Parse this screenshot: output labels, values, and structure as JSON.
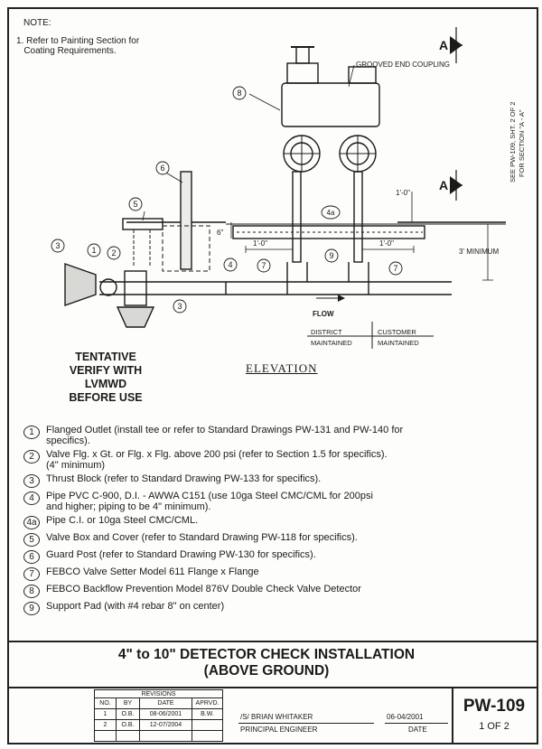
{
  "notes": {
    "heading": "NOTE:",
    "item_1": "1. Refer to Painting Section for\n   Coating Requirements."
  },
  "drawing": {
    "grooved_coupling": "GROOVED END COUPLING",
    "section_ref": "SEE PW-109, SHT. 2 OF 2",
    "section_ref_2": "FOR SECTION \"A - A\"",
    "section_letter": "A",
    "dim_1ft": "1'-0\"",
    "dim_6in": "6\"",
    "dim_3ft_min": "3' MINIMUM",
    "flow": "FLOW",
    "district_1": "DISTRICT",
    "district_2": "MAINTAINED",
    "customer_1": "CUSTOMER",
    "customer_2": "MAINTAINED",
    "elevation": "ELEVATION"
  },
  "callouts": {
    "c1": "1",
    "c2": "2",
    "c3": "3",
    "c4": "4",
    "c4a": "4a",
    "c5": "5",
    "c6": "6",
    "c7": "7",
    "c8": "8",
    "c9": "9"
  },
  "notice": {
    "line_1": "TENTATIVE",
    "line_2": "VERIFY WITH LVMWD",
    "line_3": "BEFORE USE"
  },
  "legend": [
    {
      "num": "1",
      "text": "Flanged Outlet (install tee or refer to Standard Drawings PW-131 and PW-140 for\nspecifics)."
    },
    {
      "num": "2",
      "text": "Valve Flg. x Gt. or Flg. x Flg. above 200 psi (refer to Section 1.5 for specifics).\n(4\" minimum)"
    },
    {
      "num": "3",
      "text": "Thrust Block (refer to Standard Drawing PW-133 for specifics)."
    },
    {
      "num": "4",
      "text": "Pipe PVC C-900, D.I. - AWWA C151 (use 10ga Steel CMC/CML for 200psi\nand higher; piping to be 4\" minimum)."
    },
    {
      "num": "4a",
      "text": "Pipe C.I. or 10ga Steel CMC/CML."
    },
    {
      "num": "5",
      "text": "Valve Box and Cover (refer to Standard Drawing PW-118 for specifics)."
    },
    {
      "num": "6",
      "text": "Guard Post (refer to Standard Drawing PW-130 for specifics)."
    },
    {
      "num": "7",
      "text": "FEBCO Valve Setter Model 611 Flange x Flange"
    },
    {
      "num": "8",
      "text": "FEBCO Backflow Prevention Model 876V Double Check Valve Detector"
    },
    {
      "num": "9",
      "text": "Support Pad (with #4 rebar 8\" on center)"
    }
  ],
  "title_block": {
    "title_1": "4\" to 10\" DETECTOR CHECK INSTALLATION",
    "title_2": "(ABOVE GROUND)",
    "signature": "/S/ BRIAN WHITAKER",
    "signer_title": "PRINCIPAL ENGINEER",
    "date": "06-04/2001",
    "date_label": "DATE",
    "drawing_no": "PW-109",
    "sheet": "1 OF 2"
  },
  "revisions": {
    "heading": "REVISIONS",
    "columns": [
      "NO.",
      "BY",
      "DATE",
      "APRVD."
    ],
    "rows": [
      {
        "no": "1",
        "by": "O.B.",
        "date": "08-06/2001",
        "apprvd": "B.W."
      },
      {
        "no": "2",
        "by": "O.B.",
        "date": "12-07/2004",
        "apprvd": ""
      }
    ]
  }
}
